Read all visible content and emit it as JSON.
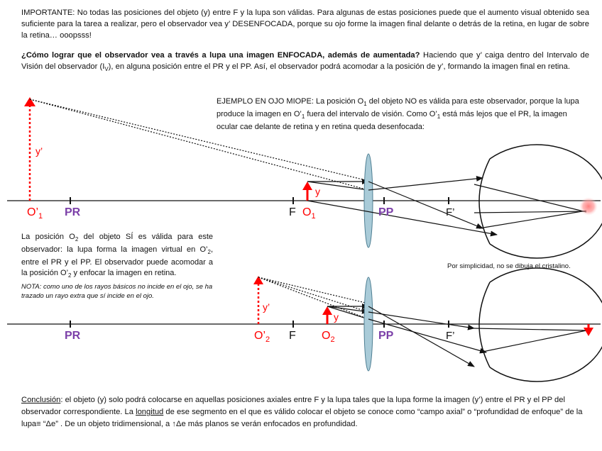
{
  "paragraph1": {
    "lead": "IMPORTANTE:",
    "text": " No todas las posiciones del objeto (y) entre F y la lupa son válidas. Para algunas de estas posiciones puede que el aumento visual obtenido sea suficiente para la tarea a realizar, pero el observador vea y’ DESENFOCADA, porque su ojo forme la imagen final delante o detrás de la retina, en lugar de sobre la retina… ooopsss!"
  },
  "paragraph2": {
    "question": "¿Cómo lograr que el observador vea a través a lupa una imagen ENFOCADA, además de aumentada?",
    "answer_a": " Haciendo que y’ caiga dentro del Intervalo de Visión del observador (I",
    "answer_sub": "V",
    "answer_b": "), en alguna posición entre el PR y el PP. Así, el observador podrá acomodar a la posición de y’, formando la imagen final en retina."
  },
  "example": {
    "a": "EJEMPLO EN OJO MIOPE: La posición O",
    "sub1": "1",
    "b": " del objeto NO es válida para este observador, porque la lupa produce la imagen en O’",
    "sub2": "1",
    "c": " fuera del intervalo de visión. Como O’",
    "sub3": "1",
    "d": " está más lejos que el PR, la imagen ocular cae delante de retina y en retina queda desenfocada:"
  },
  "position2": {
    "a": "La posición O",
    "sub1": "2",
    "b": " del objeto SÍ es válida para este observador: la lupa forma la imagen virtual en O’",
    "sub2": "2",
    "c": ", entre el PR y el PP. El observador puede acomodar a la posición O’",
    "sub3": "2",
    "d": " y enfocar la imagen en retina."
  },
  "nota": "NOTA: como uno de los rayos básicos no incide en el ojo, se ha trazado un rayo extra que sí incide en el ojo.",
  "simplicity_note": "Por simplicidad, no se dibuja el cristalino.",
  "conclusion": {
    "label": "Conclusión",
    "a": ": el objeto (y) solo podrá colocarse en aquellas posiciones axiales entre F y la lupa tales que la lupa forme la imagen (y’) entre el PR y el PP del observador correspondiente. La ",
    "longitud": "longitud",
    "b": " de ese segmento en el que es válido colocar el objeto se conoce como “campo axial” o “profundidad de enfoque” de la lupa≡ “Δe” . De un objeto tridimensional, a ",
    "arrow": "↑",
    "c": "Δe más planos se verán enfocados en profundidad."
  },
  "diagram1": {
    "image_label_main": "O’",
    "image_label_sub": "1",
    "pr": "PR",
    "f": "F",
    "object_label_main": "O",
    "object_label_sub": "1",
    "pp": "PP",
    "f_prime": "F’",
    "y": "y",
    "y_prime": "y’"
  },
  "diagram2": {
    "pr": "PR",
    "image_label_main": "O’",
    "image_label_sub": "2",
    "f": "F",
    "object_label_main": "O",
    "object_label_sub": "2",
    "pp": "PP",
    "f_prime": "F’",
    "y": "y",
    "y_prime": "y’"
  },
  "colors": {
    "red": "#ff0000",
    "purple": "#7b3fa8",
    "lens": "#a9cbd8",
    "lens_stroke": "#4f7f93"
  }
}
